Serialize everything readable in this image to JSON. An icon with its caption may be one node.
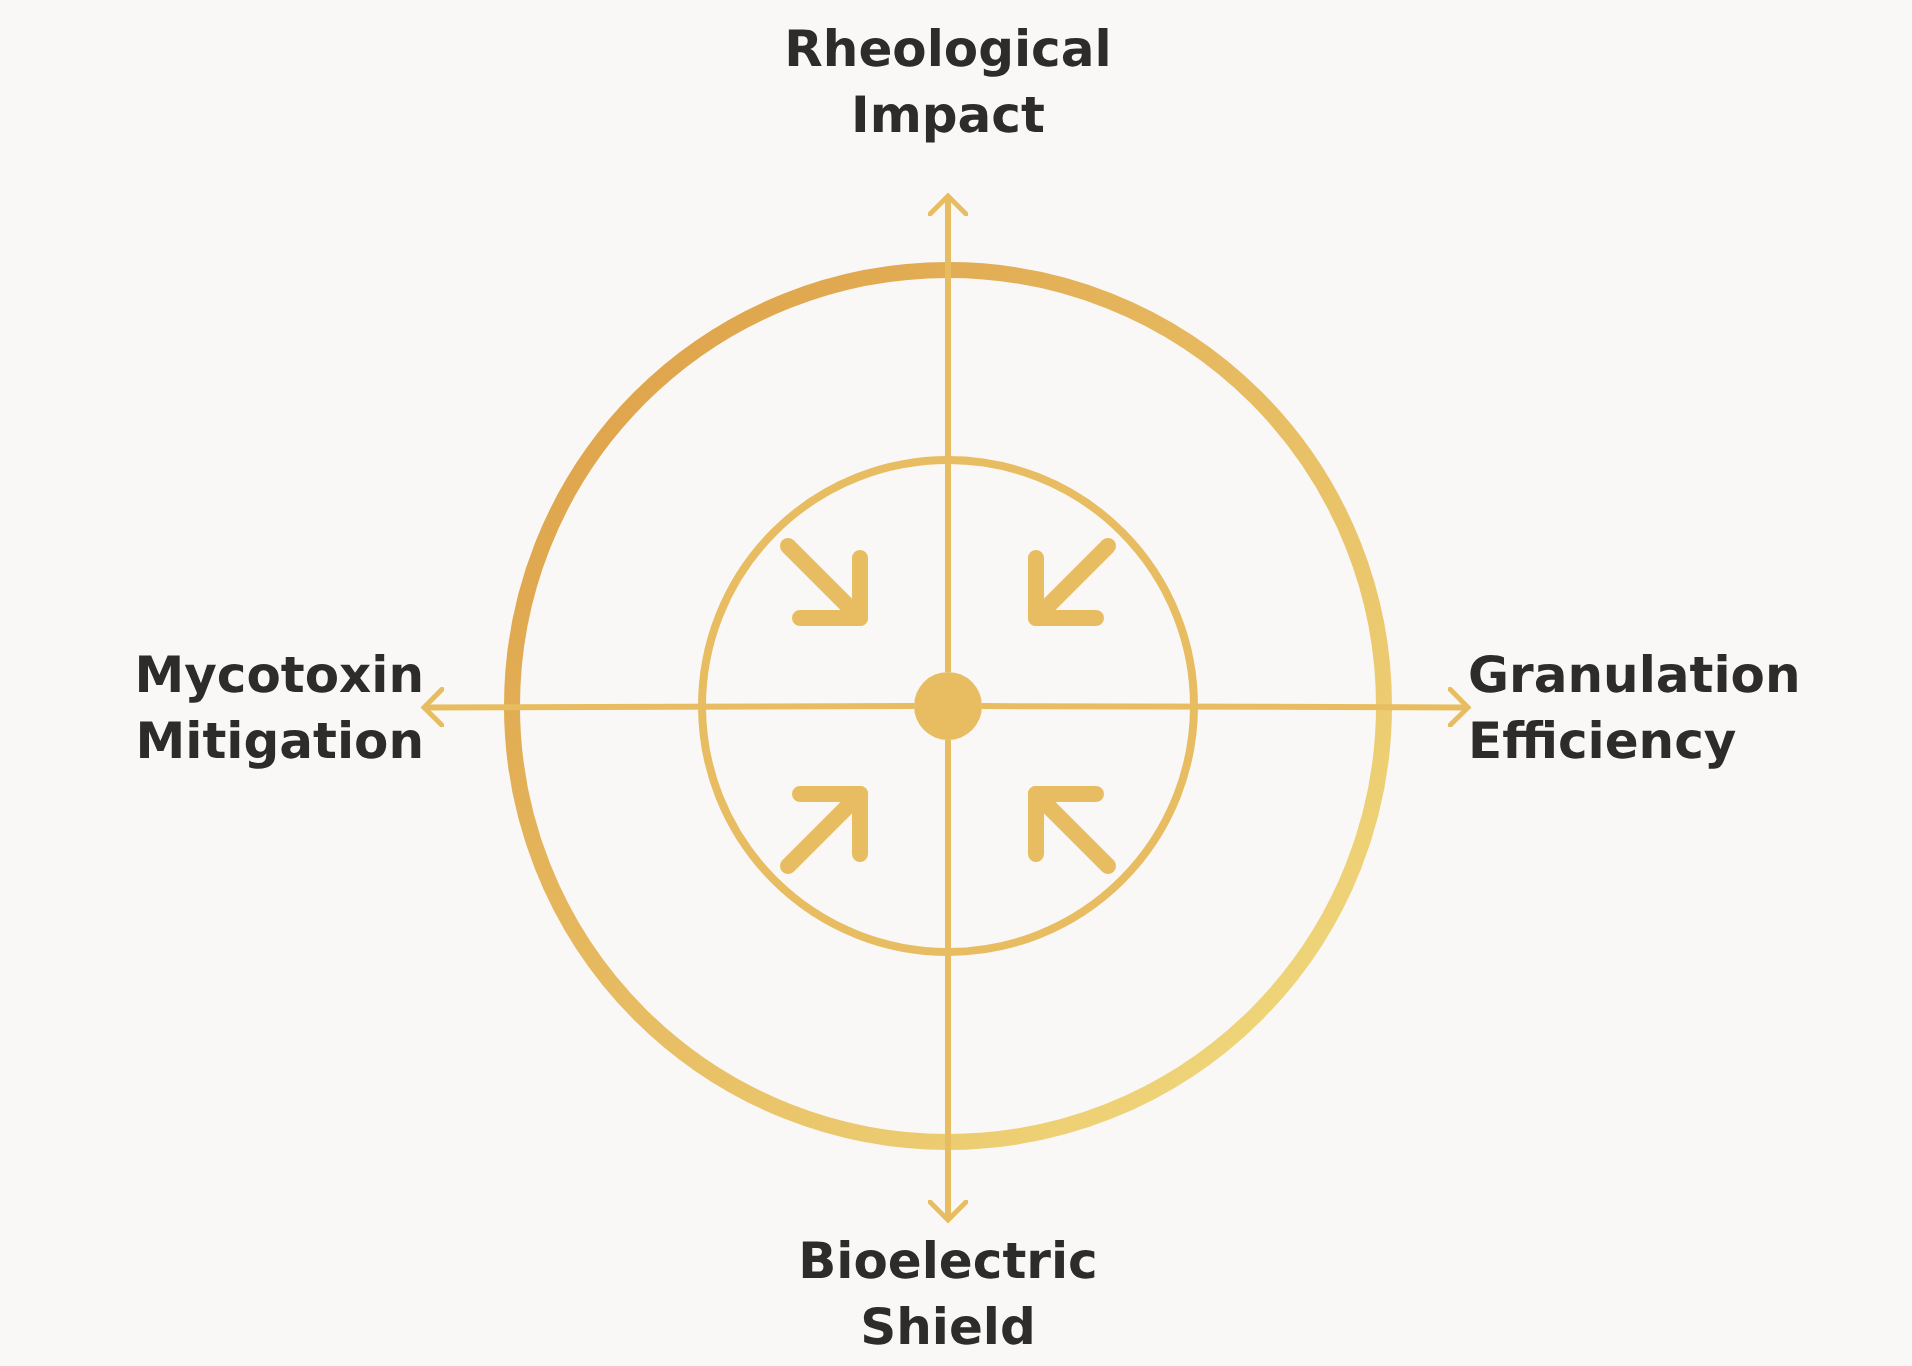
{
  "diagram": {
    "nodes": [
      {
        "text": [
          "Rheological Impact"
        ]
      },
      {
        "text": [
          "Mycotoxin Mitigation"
        ]
      },
      {
        "text": [],
        "shape": "circle"
      },
      {
        "text": [
          "Granulation Efficiency"
        ]
      },
      {
        "text": [
          "Bioelectric Shield"
        ]
      }
    ],
    "edges": [
      {
        "from": 2,
        "to": 0,
        "arrow": "to"
      },
      {
        "from": 2,
        "to": 1,
        "arrow": "to"
      },
      {
        "from": 2,
        "to": 3,
        "arrow": "to"
      },
      {
        "from": 2,
        "to": 4,
        "arrow": "to"
      }
    ]
  }
}
